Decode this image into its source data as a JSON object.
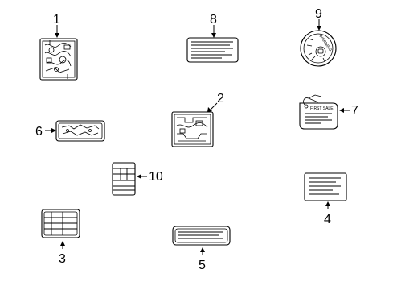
{
  "parts": [
    {
      "id": "label-1",
      "number": "1",
      "icon": "emission-diagram-label"
    },
    {
      "id": "label-2",
      "number": "2",
      "icon": "vacuum-hose-label"
    },
    {
      "id": "label-3",
      "number": "3",
      "icon": "tire-info-grid-label"
    },
    {
      "id": "label-4",
      "number": "4",
      "icon": "info-card-label"
    },
    {
      "id": "label-5",
      "number": "5",
      "icon": "long-strip-label"
    },
    {
      "id": "label-6",
      "number": "6",
      "icon": "engine-bay-map-label"
    },
    {
      "id": "label-7",
      "number": "7",
      "icon": "hang-tag-label"
    },
    {
      "id": "label-8",
      "number": "8",
      "icon": "text-block-label"
    },
    {
      "id": "label-9",
      "number": "9",
      "icon": "round-warning-decal"
    },
    {
      "id": "label-10",
      "number": "10",
      "icon": "tall-grid-label"
    }
  ],
  "decal_9_text": "WARNING",
  "tag_7_text": "FIRST SALE"
}
